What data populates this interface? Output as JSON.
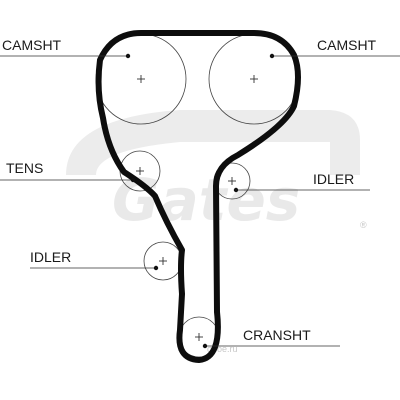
{
  "labels": {
    "camshaft_left": "CAMSHT",
    "camshaft_right": "CAMSHT",
    "tensioner": "TENS",
    "idler_right": "IDLER",
    "idler_left": "IDLER",
    "crankshaft": "CRANSHT"
  },
  "watermark": {
    "brand": "Gates",
    "registered_mark": "®",
    "site": "oboe.ru"
  },
  "colors": {
    "belt": "#0d0d0d",
    "watermark": "#e9e9e9"
  }
}
